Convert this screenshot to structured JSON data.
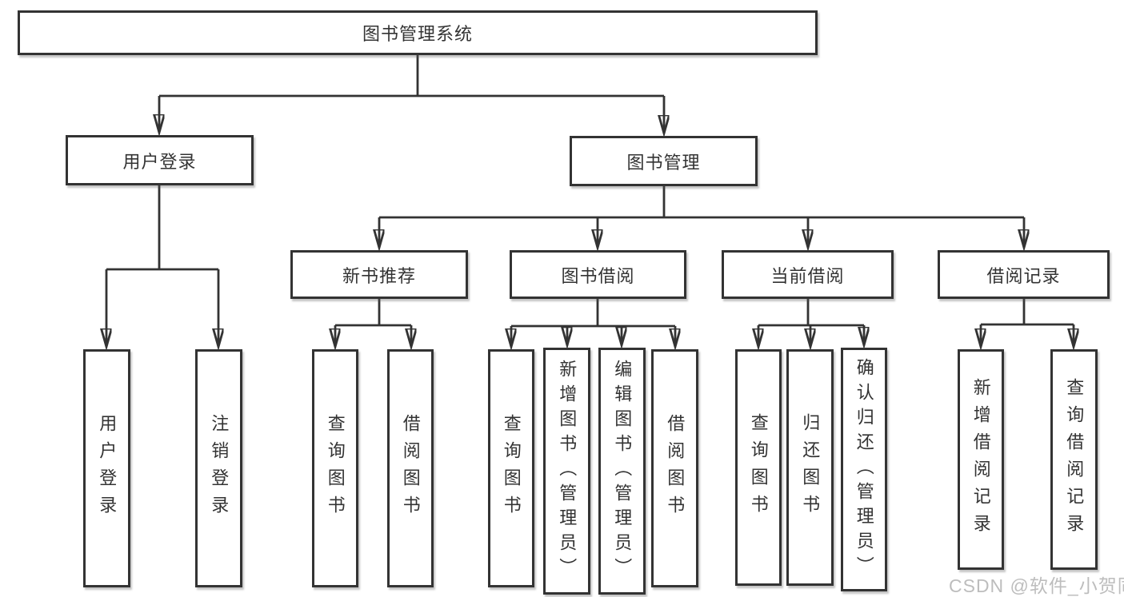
{
  "tree": {
    "root": {
      "label": "图书管理系统",
      "children": [
        {
          "label": "用户登录",
          "children": [
            {
              "label": "用户登录"
            },
            {
              "label": "注销登录"
            }
          ]
        },
        {
          "label": "图书管理",
          "children": [
            {
              "label": "新书推荐",
              "children": [
                {
                  "label": "查询图书"
                },
                {
                  "label": "借阅图书"
                }
              ]
            },
            {
              "label": "图书借阅",
              "children": [
                {
                  "label": "查询图书"
                },
                {
                  "label": "新增图书（管理员）"
                },
                {
                  "label": "编辑图书（管理员）"
                },
                {
                  "label": "借阅图书"
                }
              ]
            },
            {
              "label": "当前借阅",
              "children": [
                {
                  "label": "查询图书"
                },
                {
                  "label": "归还图书"
                },
                {
                  "label": "确认归还（管理员）"
                }
              ]
            },
            {
              "label": "借阅记录",
              "children": [
                {
                  "label": "新增借阅记录"
                },
                {
                  "label": "查询借阅记录"
                }
              ]
            }
          ]
        }
      ]
    }
  },
  "watermark": {
    "text": "CSDN @软件_小贺同学"
  },
  "colors": {
    "line": "#333333",
    "box_border": "#333333",
    "text": "#333333",
    "watermark": "#bdbdbd",
    "background": "#ffffff"
  }
}
